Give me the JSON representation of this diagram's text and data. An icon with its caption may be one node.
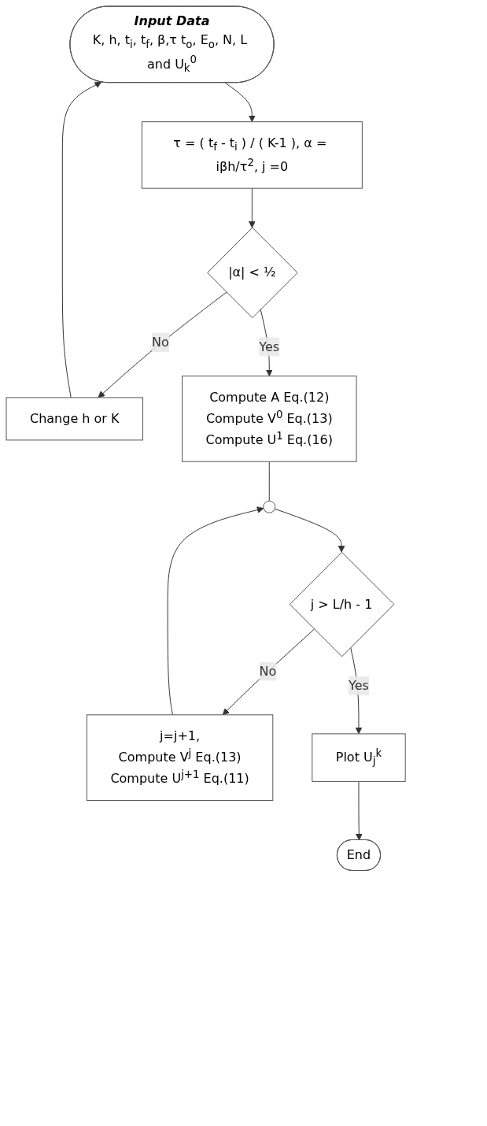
{
  "diagram": {
    "nodes": [
      {
        "text": [
          "Input Data",
          "K, h, t$_{i}$, t$_{f}$, β,τ t$_{o}$, E$_{o}$, N, L and U$_{k}$$^{0}$"
        ]
      },
      {
        "text": [
          "τ = ( t$_{f}$ - t$_{i}$ ) / ( K-1 ), α = iβh/τ$^{2}$, j =0"
        ]
      },
      {
        "text": [
          "|α| < ½"
        ]
      },
      {
        "text": [
          "Change h or K"
        ]
      },
      {
        "text": [
          "Compute A Eq.(12)",
          "Compute V$^{0}$ Eq.(13)",
          "Compute U$^{1}$ Eq.(16)"
        ]
      },
      {
        "text": [],
        "shape": "circle"
      },
      {
        "text": [
          "j > L/h - 1"
        ]
      },
      {
        "text": [
          "j=j+1,",
          "Compute V$^{j}$ Eq.(13)",
          "Compute U$^{j+1}$ Eq.(11)"
        ]
      },
      {
        "text": [
          "Plot U$_{j}$$^{k}$"
        ]
      },
      {
        "text": [
          "End"
        ]
      }
    ],
    "edges": [
      {
        "from": 0,
        "to": 1,
        "arrow": "to"
      },
      {
        "from": 1,
        "to": 2,
        "arrow": "to"
      },
      {
        "from": 2,
        "to": 3,
        "arrow": "to",
        "label": "No"
      },
      {
        "from": 3,
        "to": 0,
        "arrow": "to"
      },
      {
        "from": 2,
        "to": 4,
        "arrow": "to",
        "label": "Yes"
      },
      {
        "from": 4,
        "to": 5,
        "arrow": "none"
      },
      {
        "from": 5,
        "to": 6,
        "arrow": "to"
      },
      {
        "from": 6,
        "to": 7,
        "arrow": "to",
        "label": "No"
      },
      {
        "from": 7,
        "to": 5,
        "arrow": "to"
      },
      {
        "from": 6,
        "to": 8,
        "arrow": "to",
        "label": "Yes"
      },
      {
        "from": 8,
        "to": 9,
        "arrow": "to"
      }
    ]
  }
}
